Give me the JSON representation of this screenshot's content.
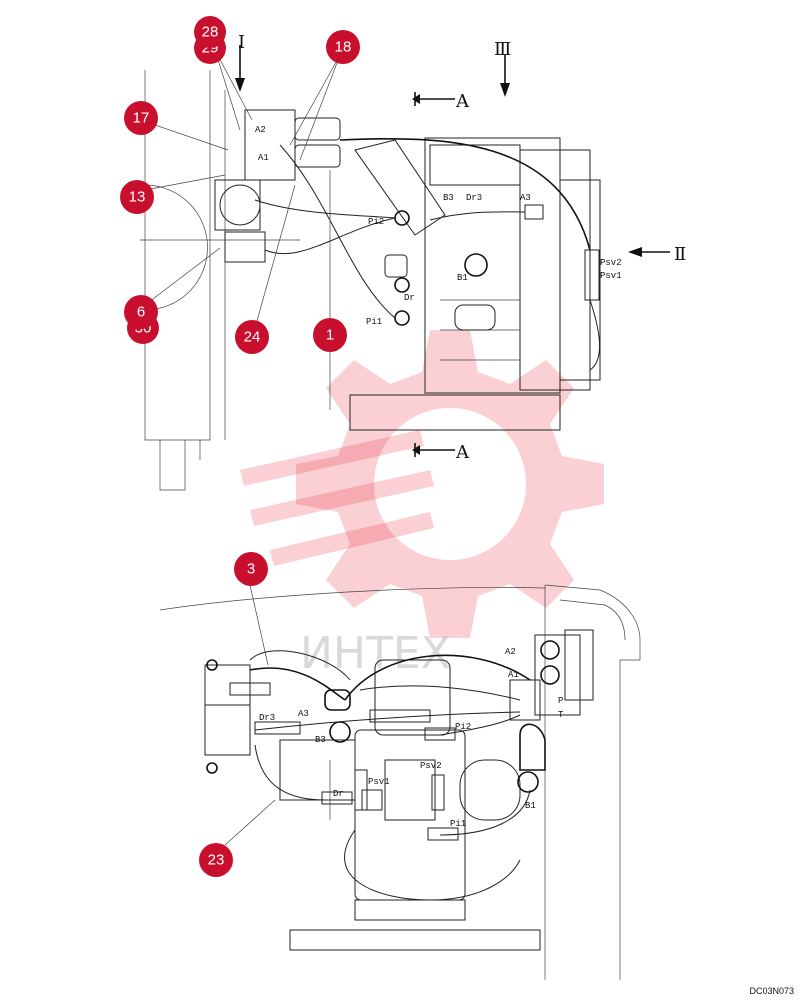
{
  "drawing_code": "DC03N073",
  "watermark_text": "ИНТЕХ",
  "section_marks": {
    "view_I": "I",
    "view_II": "Ⅱ",
    "view_III": "Ⅲ",
    "section_top": "A",
    "section_bottom": "A"
  },
  "upper_view_labels": {
    "a2": "A2",
    "a1": "A1",
    "b3": "B3",
    "dr3": "Dr3",
    "a3": "A3",
    "pi2": "Pi2",
    "b1": "B1",
    "dr": "Dr",
    "pi1": "Pi1",
    "psv2": "Psv2",
    "psv1": "Psv1"
  },
  "lower_view_labels": {
    "a2": "A2",
    "a1": "A1",
    "p": "P",
    "t": "T",
    "dr3": "Dr3",
    "a3": "A3",
    "b3": "B3",
    "pi2": "Pi2",
    "psv1": "Psv1",
    "psv2": "Psv2",
    "dr": "Dr",
    "b1": "B1",
    "pi1": "Pi1"
  },
  "callouts": {
    "c28": "28",
    "c29": "29",
    "c18": "18",
    "c17": "17",
    "c13": "13",
    "c6": "6",
    "c30": "30",
    "c24": "24",
    "c1": "1",
    "c3": "3",
    "c23": "23"
  },
  "colors": {
    "callout": "#c8102e",
    "watermark": "#e8283a",
    "line": "#222222"
  }
}
